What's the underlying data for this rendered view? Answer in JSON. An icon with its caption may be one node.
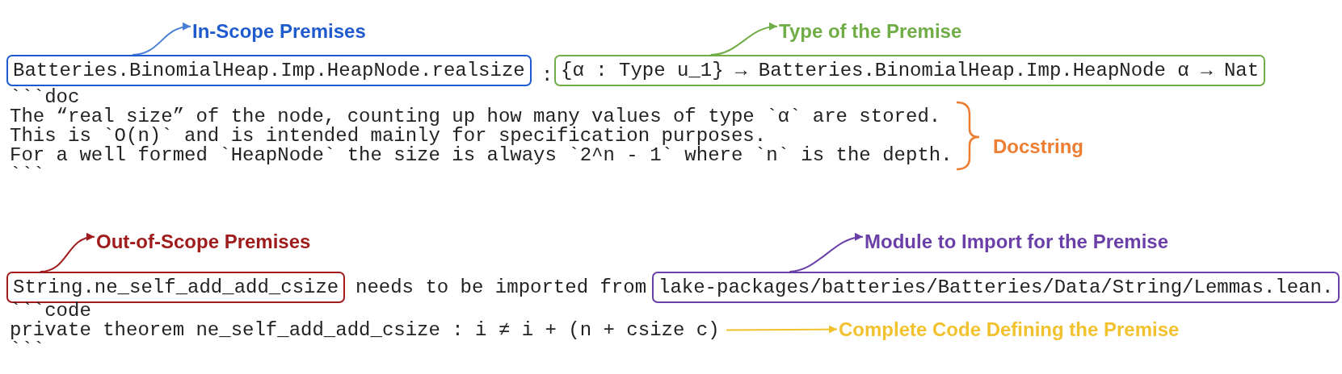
{
  "diagram": {
    "nodes": [
      {
        "text": [
          "In-Scope Premises"
        ]
      },
      {
        "text": [
          "Type of the Premise"
        ]
      },
      {
        "text": [
          "Batteries.BinomialHeap.Imp.HeapNode.realsize"
        ]
      },
      {
        "text": [
          "{α : Type u_1} → Batteries.BinomialHeap.Imp.HeapNode α → Nat"
        ]
      },
      {
        "text": [
          "Out-of-Scope Premises"
        ]
      },
      {
        "text": [
          "Module to Import for the Premise"
        ]
      },
      {
        "text": [
          "String.ne_self_add_add_csize"
        ]
      },
      {
        "text": [
          "lake-packages/batteries/Batteries/Data/String/Lemmas.lean."
        ]
      },
      {
        "text": [
          "private theorem ne_self_add_add_csize : i ≠ i + (n + csize c)"
        ]
      },
      {
        "text": [
          "Complete Code Defining the Premise"
        ]
      }
    ],
    "edges": [
      {
        "from": 2,
        "to": 0,
        "arrow": "to",
        "color": "#4a7fd6"
      },
      {
        "from": 3,
        "to": 1,
        "arrow": "to",
        "color": "#70ad47"
      },
      {
        "from": 6,
        "to": 4,
        "arrow": "to",
        "color": "#a01c1c"
      },
      {
        "from": 7,
        "to": 5,
        "arrow": "to",
        "color": "#6a3fa8"
      },
      {
        "from": 8,
        "to": 9,
        "arrow": "to",
        "color": "#f2c12e"
      }
    ],
    "labels": [
      ":",
      "```doc",
      "The “real size” of the node, counting up how many values of type `α` are stored.",
      "This is `O(n)` and is intended mainly for specification purposes.",
      "For a well formed `HeapNode` the size is always `2^n - 1` where `n` is the depth.",
      "```",
      "Docstring",
      "needs to be imported from",
      "```code",
      "```"
    ]
  }
}
